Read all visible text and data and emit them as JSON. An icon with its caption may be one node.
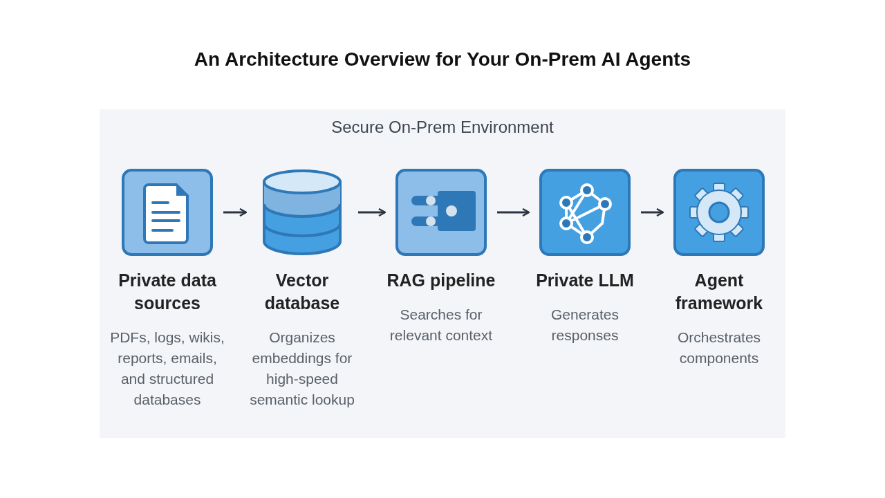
{
  "diagram": {
    "title": "An Architecture Overview for **Your On-Prem AI Agents**",
    "nodes": [
      {
        "text": [
          "Secure On-Prem Environment"
        ]
      },
      {
        "text": [
          "Private data sources",
          "PDFs, logs, wikis, reports, emails, and structured databases"
        ],
        "in": 0
      },
      {
        "text": [
          "Vector database",
          "Organizes embeddings for high-speed semantic lookup"
        ],
        "in": 0
      },
      {
        "text": [
          "RAG pipeline",
          "Searches for relevant context"
        ],
        "in": 0
      },
      {
        "text": [
          "Private LLM",
          "Generates responses"
        ],
        "in": 0
      },
      {
        "text": [
          "Agent framework",
          "Orchestrates components"
        ],
        "in": 0
      }
    ],
    "edges": [
      {
        "from": 1,
        "to": 2,
        "arrow": "to"
      },
      {
        "from": 2,
        "to": 3,
        "arrow": "to"
      },
      {
        "from": 3,
        "to": 4,
        "arrow": "to"
      },
      {
        "from": 4,
        "to": 5,
        "arrow": "to"
      }
    ]
  }
}
